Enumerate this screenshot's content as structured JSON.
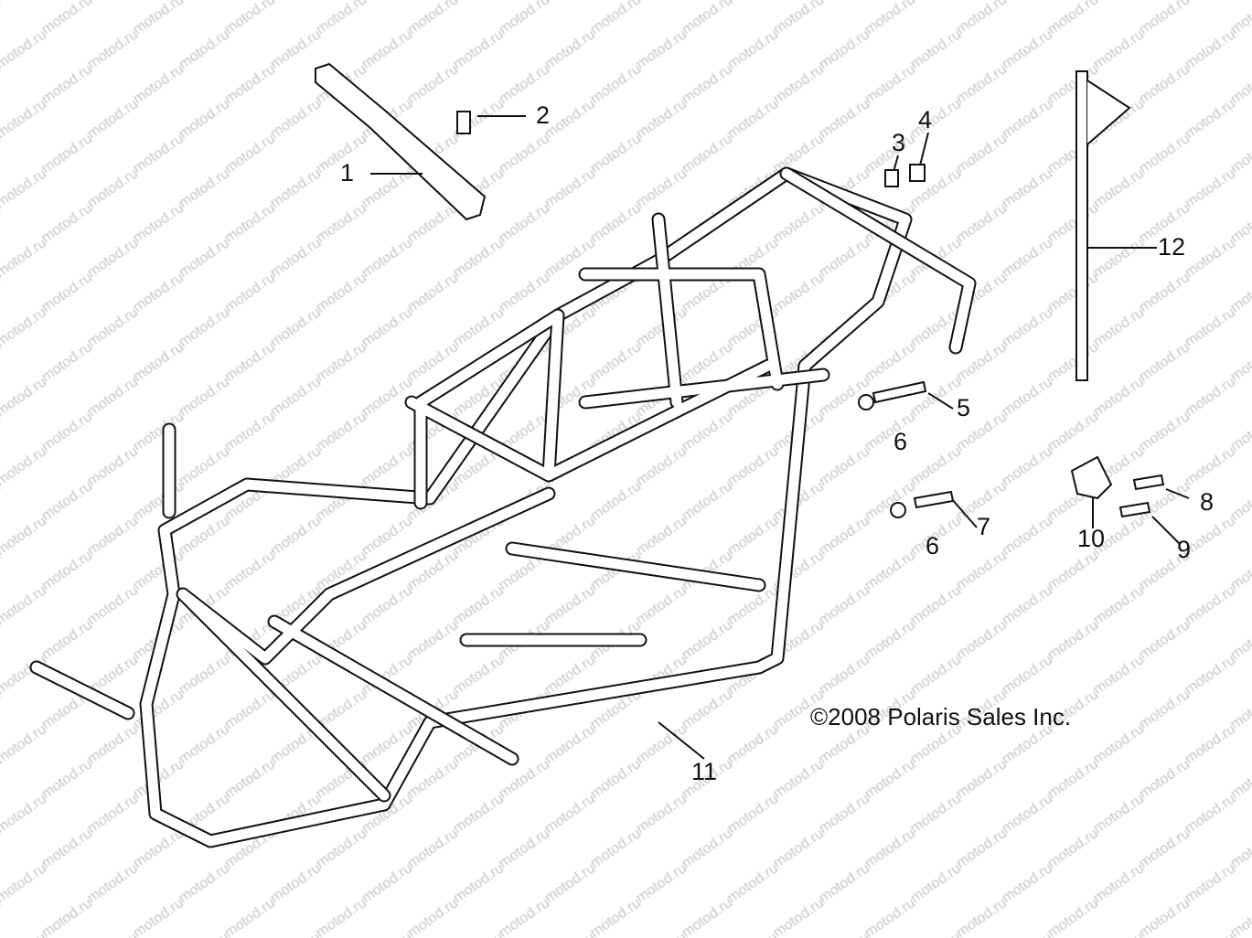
{
  "watermark": "motod.ru",
  "copyright": "©2008 Polaris Sales Inc.",
  "callouts": [
    {
      "label": "1"
    },
    {
      "label": "2"
    },
    {
      "label": "3"
    },
    {
      "label": "4"
    },
    {
      "label": "5"
    },
    {
      "label": "6"
    },
    {
      "label": "6"
    },
    {
      "label": "7"
    },
    {
      "label": "8"
    },
    {
      "label": "9"
    },
    {
      "label": "10"
    },
    {
      "label": "11"
    },
    {
      "label": "12"
    }
  ]
}
